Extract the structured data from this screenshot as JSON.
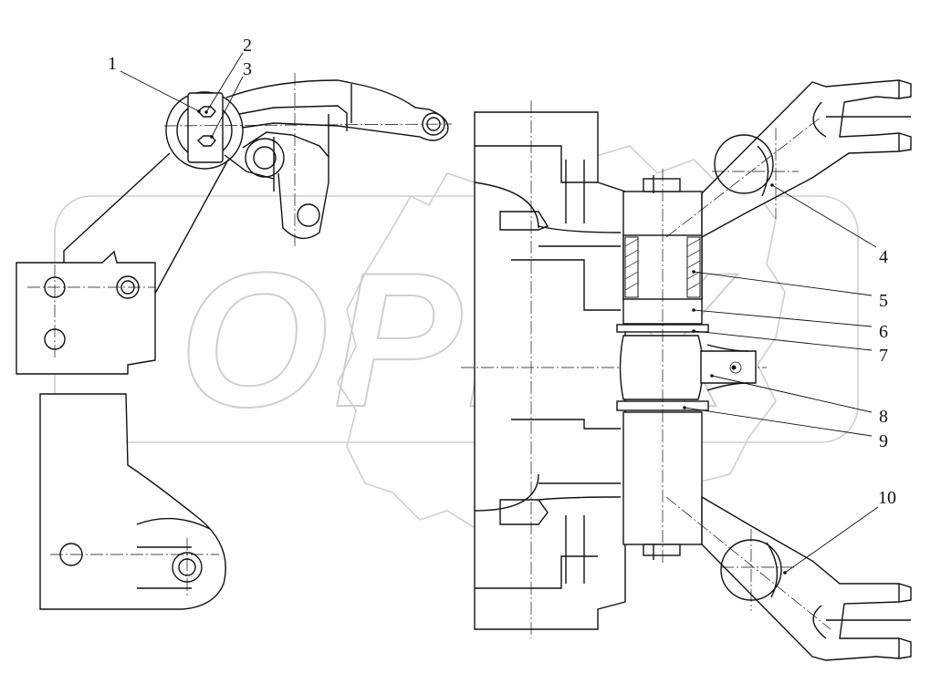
{
  "watermark": {
    "text": "OPEX"
  },
  "callouts": [
    {
      "id": "1",
      "text": "1"
    },
    {
      "id": "2",
      "text": "2"
    },
    {
      "id": "3",
      "text": "3"
    },
    {
      "id": "4",
      "text": "4"
    },
    {
      "id": "5",
      "text": "5"
    },
    {
      "id": "6",
      "text": "6"
    },
    {
      "id": "7",
      "text": "7"
    },
    {
      "id": "8",
      "text": "8"
    },
    {
      "id": "9",
      "text": "9"
    },
    {
      "id": "10",
      "text": "10"
    }
  ]
}
